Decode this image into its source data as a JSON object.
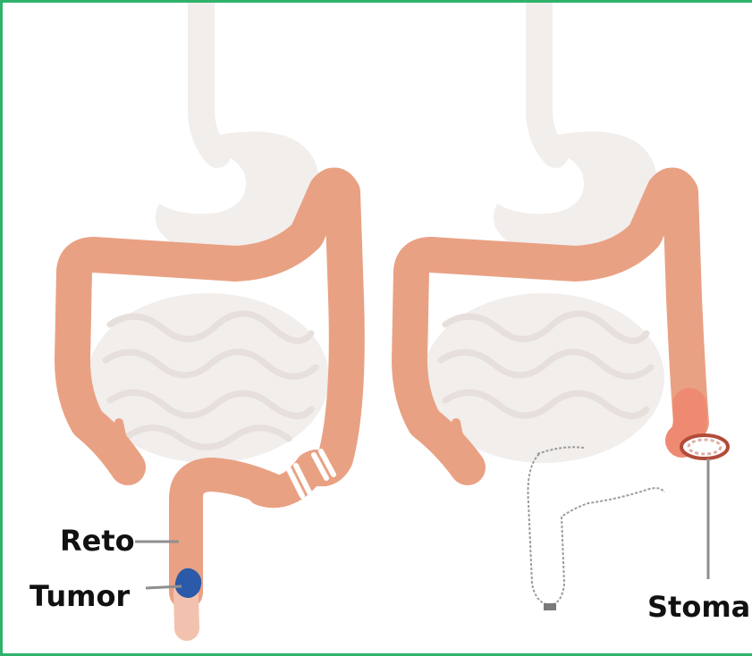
{
  "labels": {
    "rectum": "Reto",
    "tumor": "Tumor",
    "stoma": "Stoma"
  },
  "colors": {
    "frame": "#2fb36b",
    "colon": "#e9a183",
    "organs_faint": "#f1eeec",
    "intestine": "#ece6e3",
    "tumor": "#2a5aa8",
    "stoma": "#b24b3a",
    "outline": "#8f8f8f",
    "text": "#111111"
  },
  "icons": {
    "tumor": "tumor-blob",
    "stoma": "stoma-ring"
  }
}
